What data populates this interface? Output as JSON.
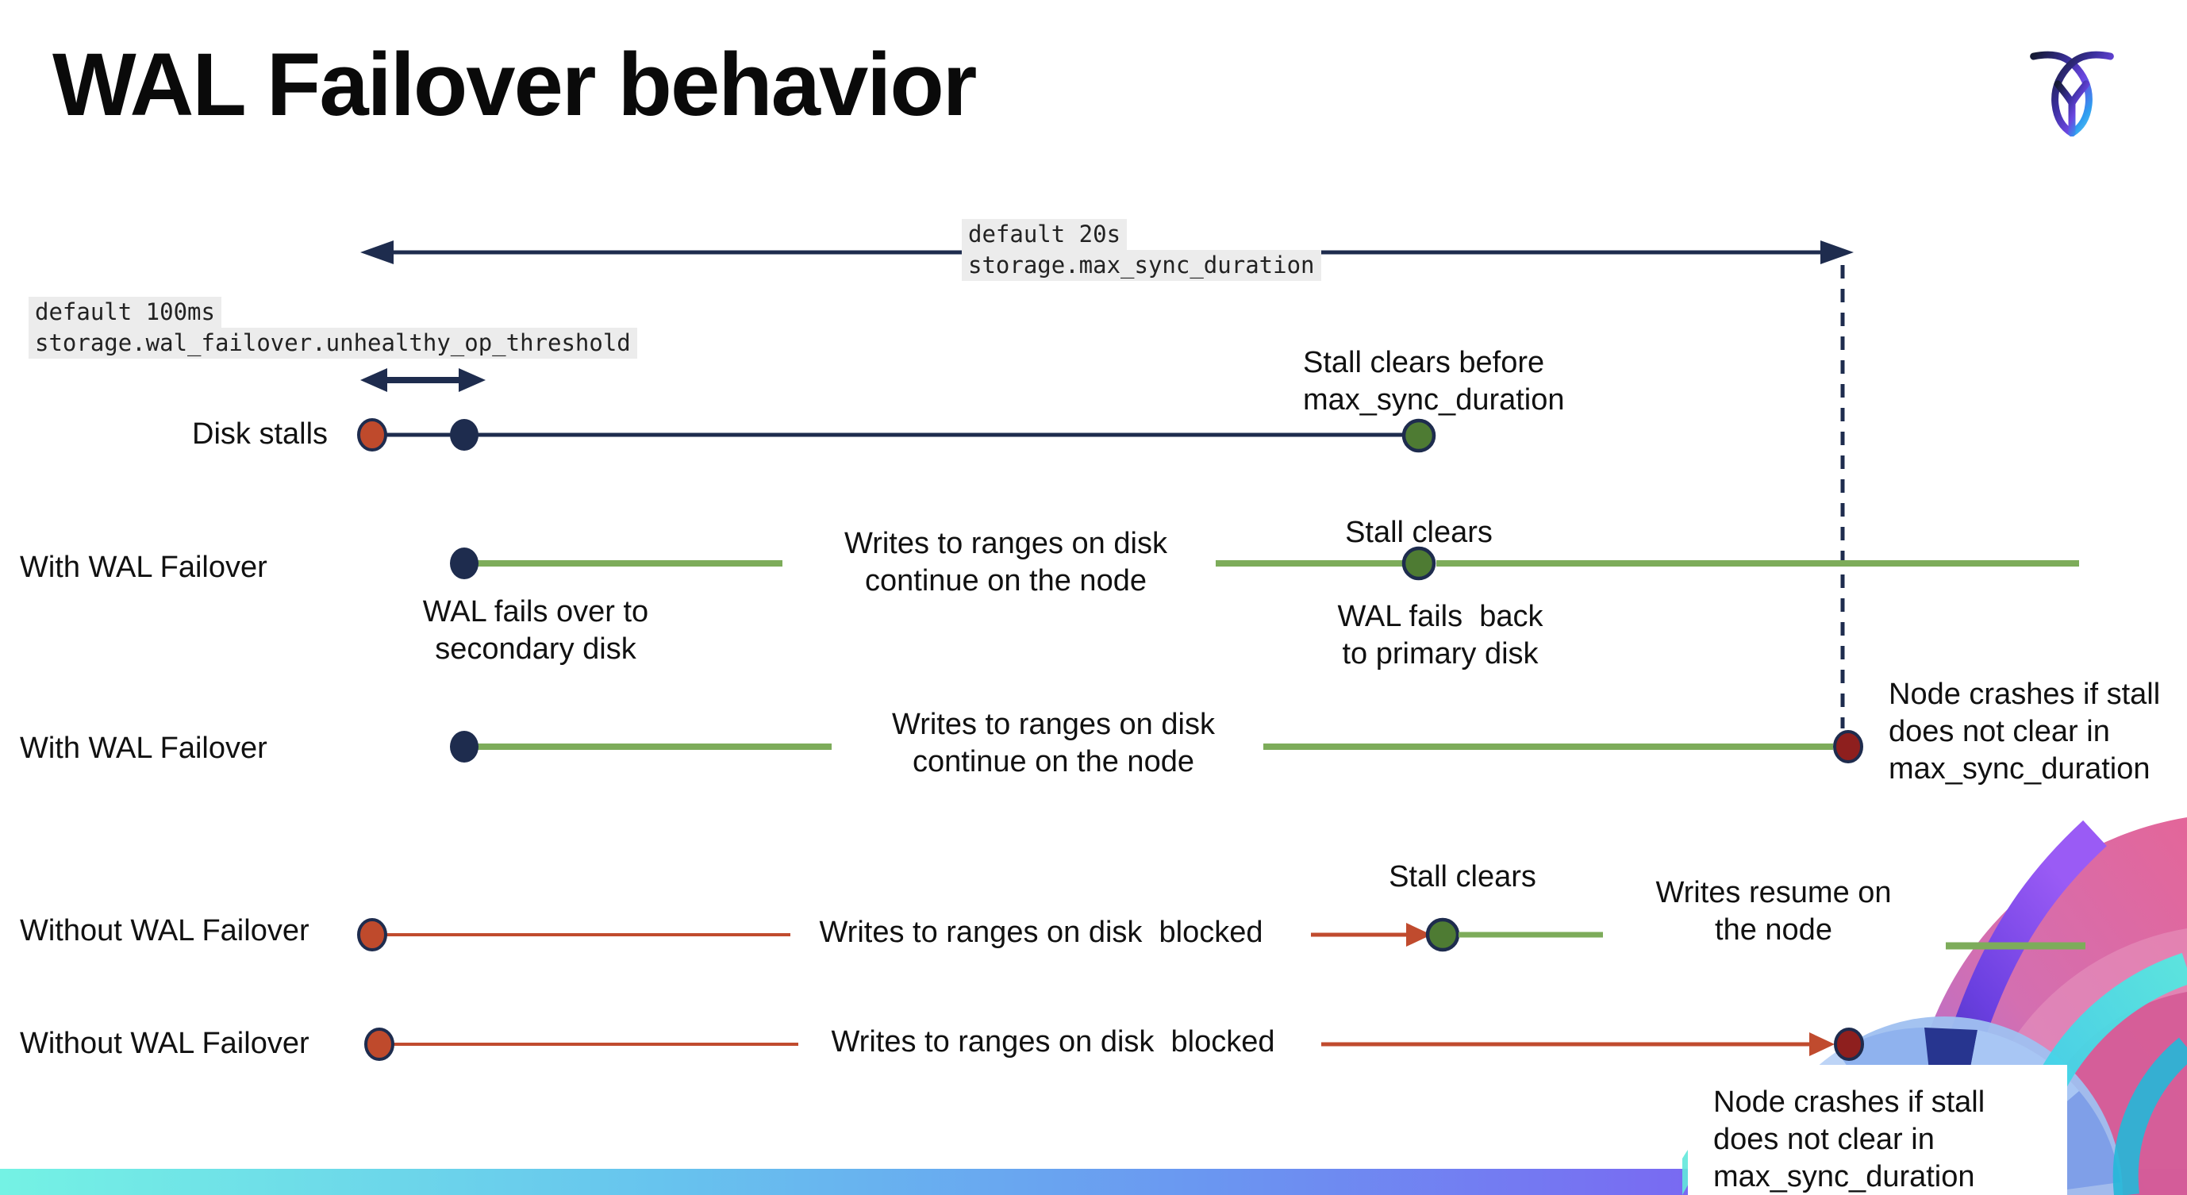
{
  "title": "WAL Failover behavior",
  "logo": "cockroachdb-roach-logo",
  "settings": {
    "max_sync_duration": {
      "default_label": "default 20s",
      "setting_name": "storage.max_sync_duration"
    },
    "unhealthy_op_threshold": {
      "default_label": "default 100ms",
      "setting_name": "storage.wal_failover.unhealthy_op_threshold"
    }
  },
  "rows": {
    "disk_stalls": {
      "label": "Disk stalls",
      "note_l1": "Stall clears before",
      "note_l2": "max_sync_duration"
    },
    "with_failover_1": {
      "label": "With WAL Failover",
      "failover_l1": "WAL fails over to",
      "failover_l2": "secondary disk",
      "writes_l1": "Writes to ranges on disk",
      "writes_l2": "continue on the node",
      "stall_clears": "Stall clears",
      "failback_l1": "WAL fails  back",
      "failback_l2": "to primary disk"
    },
    "with_failover_2": {
      "label": "With WAL Failover",
      "writes_l1": "Writes to ranges on disk",
      "writes_l2": "continue on the node",
      "crash_l1": "Node crashes if stall",
      "crash_l2": "does not clear in",
      "crash_l3": "max_sync_duration"
    },
    "without_failover_1": {
      "label": "Without WAL Failover",
      "writes_blocked": "Writes to ranges on disk  blocked",
      "stall_clears": "Stall clears",
      "resume_l1": "Writes resume on",
      "resume_l2": "the node"
    },
    "without_failover_2": {
      "label": "Without WAL Failover",
      "writes_blocked": "Writes to ranges on disk  blocked",
      "crash_l1": "Node crashes if stall",
      "crash_l2": "does not clear in",
      "crash_l3": "max_sync_duration"
    }
  },
  "colors": {
    "navy": "#1e2c4e",
    "green_line": "#7dac5a",
    "green_dot": "#4e7b33",
    "red_line": "#c04b2e",
    "red_dot": "#bf4a2c",
    "dark_red_dot": "#8e1f1e",
    "code_bg": "#ececec",
    "bar_gradient_left": "#74f2e4",
    "bar_gradient_right": "#8a57f0"
  }
}
